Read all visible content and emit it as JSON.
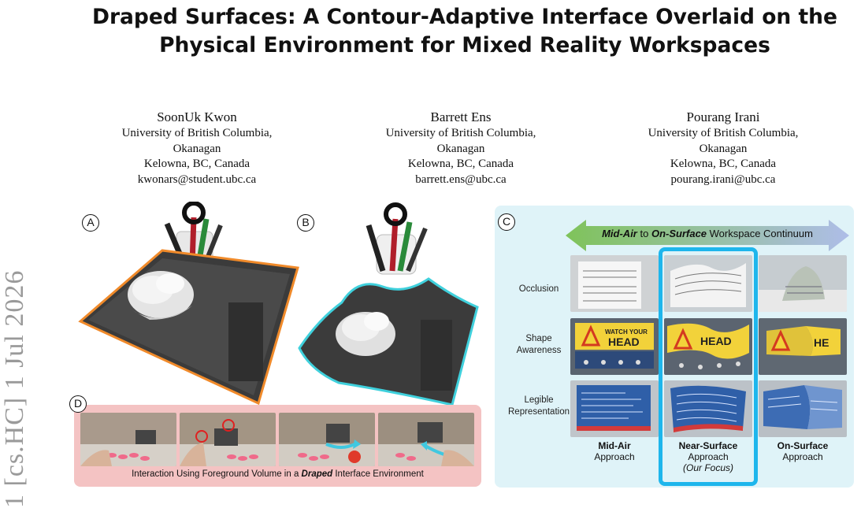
{
  "arxiv_stamp": "1 [cs.HC] 1 Jul 2026",
  "title_line1": "Draped Surfaces: A Contour-Adaptive Interface Overlaid on the",
  "title_line2": "Physical Environment for Mixed Reality Workspaces",
  "authors": [
    {
      "name": "SoonUk Kwon",
      "affil1": "University of British Columbia,",
      "affil2": "Okanagan",
      "location": "Kelowna, BC, Canada",
      "email": "kwonars@student.ubc.ca"
    },
    {
      "name": "Barrett Ens",
      "affil1": "University of British Columbia,",
      "affil2": "Okanagan",
      "location": "Kelowna, BC, Canada",
      "email": "barrett.ens@ubc.ca"
    },
    {
      "name": "Pourang Irani",
      "affil1": "University of British Columbia,",
      "affil2": "Okanagan",
      "location": "Kelowna, BC, Canada",
      "email": "pourang.irani@ubc.ca"
    }
  ],
  "figure": {
    "panel_labels": {
      "a": "A",
      "b": "B",
      "c": "C",
      "d": "D"
    },
    "continuum": {
      "start": "Mid-Air",
      "middle": " to ",
      "end": "On-Surface",
      "rest": " Workspace Continuum"
    },
    "rows": [
      {
        "line1": "Occlusion",
        "line2": ""
      },
      {
        "line1": "Shape",
        "line2": "Awareness"
      },
      {
        "line1": "Legible",
        "line2": "Representation"
      }
    ],
    "columns": [
      {
        "bold": "Mid-Air",
        "sub": "Approach",
        "note": ""
      },
      {
        "bold": "Near-Surface",
        "sub": "Approach",
        "note": "(Our Focus)"
      },
      {
        "bold": "On-Surface",
        "sub": "Approach",
        "note": ""
      }
    ],
    "sign_text": {
      "line1": "WATCH YOUR",
      "line2": "HEAD"
    },
    "panel_d_caption": {
      "pre": "Interaction Using Foreground Volume in a ",
      "emph": "Draped",
      "post": " Interface Environment"
    },
    "colors": {
      "orange_outline": "#f08a2a",
      "cyan_outline": "#3fd0dc",
      "focus_blue": "#1eb6ec",
      "panel_c_bg": "#dff3f8",
      "panel_d_bg": "#f4c3c3",
      "arrow_green": "#7fc35a",
      "arrow_blue": "#aebde8"
    }
  }
}
